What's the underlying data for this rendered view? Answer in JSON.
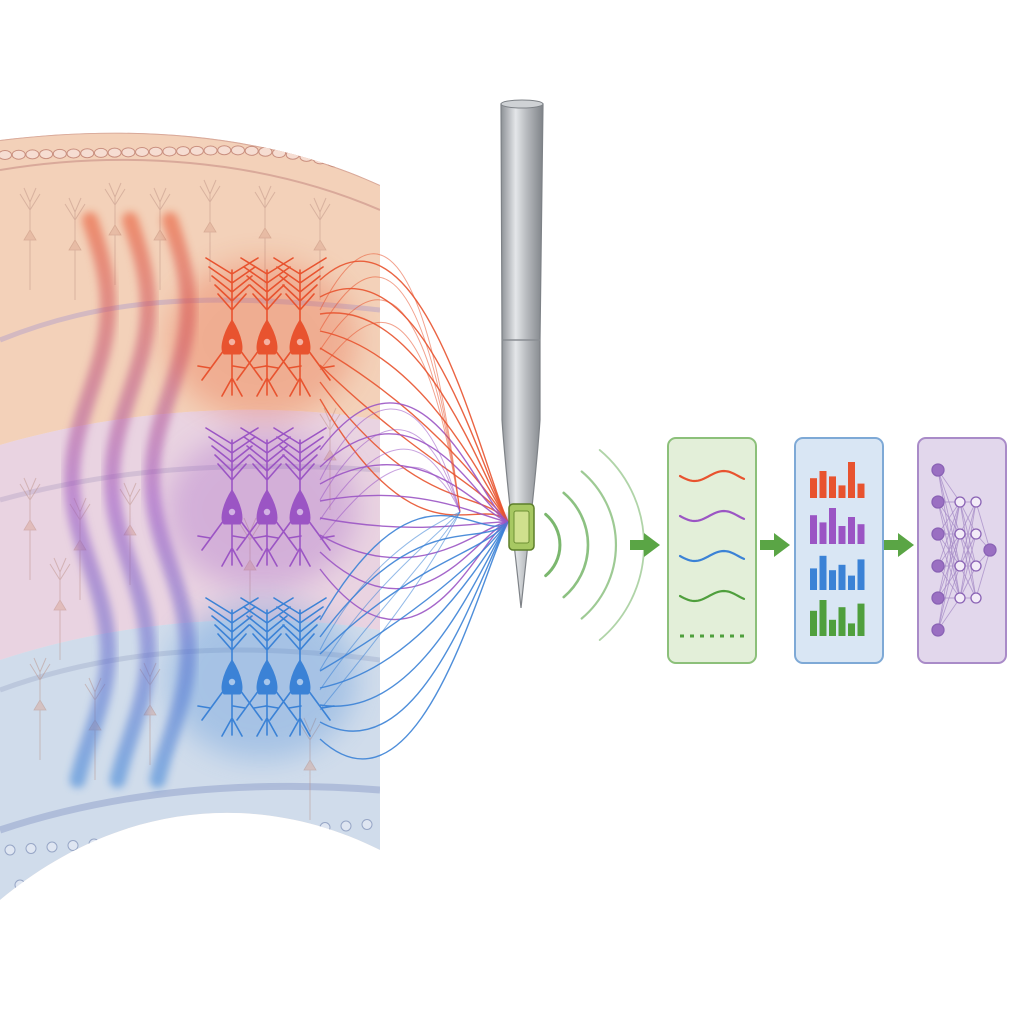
{
  "colors": {
    "background": "#ffffff",
    "layer_top": "#f2cdb2",
    "layer_top_edge": "#e7b7a0",
    "layer_middle": "#e6cfe0",
    "layer_bottom": "#c9d9ec",
    "red_population": "#e8532f",
    "purple_population": "#9b55c4",
    "blue_population": "#3b82d6",
    "green_signal": "#4f9f3d",
    "probe_metal": "#b4b7bb",
    "probe_sensor": "#9bc25a",
    "panel_signals_fill": "#e3efd9",
    "panel_signals_stroke": "#8cc07a",
    "panel_features_fill": "#d9e6f4",
    "panel_features_stroke": "#7ea9d6",
    "panel_network_fill": "#e2d7ec",
    "panel_network_stroke": "#a98bc8",
    "arrow": "#5aa545"
  },
  "diagram": {
    "tissue": {
      "layers": [
        "upper-layer",
        "middle-layer",
        "lower-layer"
      ],
      "populations": [
        {
          "id": "red",
          "color_key": "red_population"
        },
        {
          "id": "purple",
          "color_key": "purple_population"
        },
        {
          "id": "blue",
          "color_key": "blue_population"
        }
      ]
    },
    "probe": {
      "icon": "electrode-probe-icon",
      "sensor_icon": "recording-site-icon"
    },
    "emission": {
      "icon": "signal-waves-icon",
      "wave_count": 4
    },
    "pipeline": [
      {
        "id": "signals",
        "icon": "waveform-traces-icon",
        "traces": [
          "red",
          "purple",
          "blue",
          "green",
          "dotted"
        ]
      },
      {
        "id": "features",
        "icon": "bar-chart-icon",
        "rows": [
          {
            "color_key": "red_population",
            "bars": [
              0.55,
              0.75,
              0.6,
              0.35,
              1.0,
              0.4
            ]
          },
          {
            "color_key": "purple_population",
            "bars": [
              0.8,
              0.6,
              1.0,
              0.5,
              0.75,
              0.55
            ]
          },
          {
            "color_key": "blue_population",
            "bars": [
              0.6,
              0.95,
              0.55,
              0.7,
              0.4,
              0.85
            ]
          },
          {
            "color_key": "green_signal",
            "bars": [
              0.7,
              1.0,
              0.45,
              0.8,
              0.35,
              0.9
            ]
          }
        ]
      },
      {
        "id": "network",
        "icon": "neural-network-icon",
        "layers": [
          6,
          4,
          4,
          1
        ]
      }
    ]
  }
}
